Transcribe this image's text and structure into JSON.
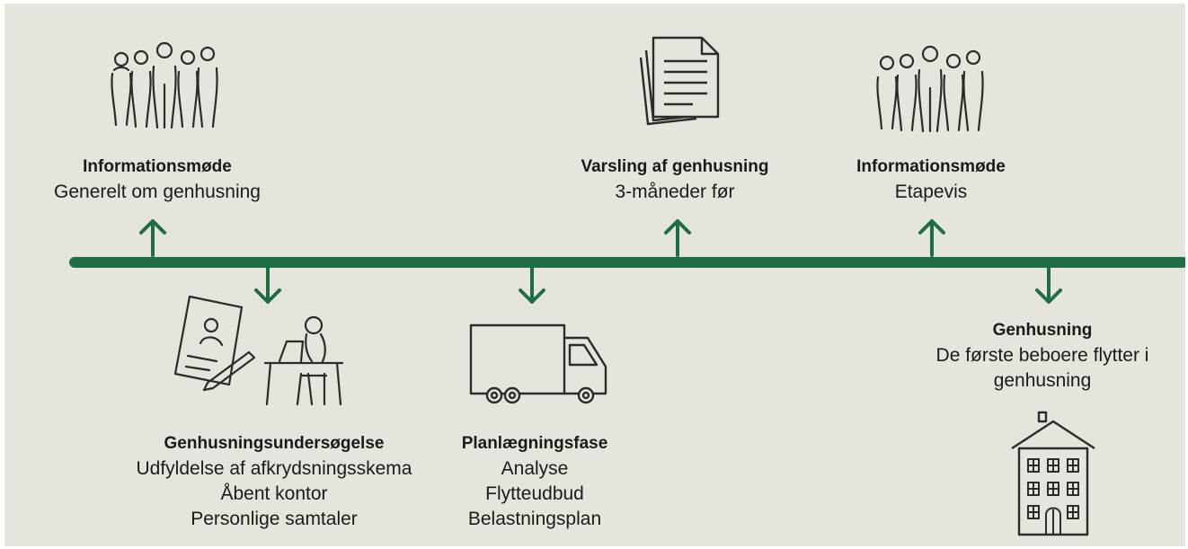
{
  "events": [
    {
      "title": "Informationsmøde",
      "lines": [
        "Generelt om genhusning"
      ],
      "icon": "group-of-people-icon",
      "direction": "up"
    },
    {
      "title": "Genhusningsundersøgelse",
      "lines": [
        "Udfyldelse af afkrydsningsskema",
        "Åbent kontor",
        "Personlige samtaler"
      ],
      "icon": "form-and-desk-icon",
      "direction": "down"
    },
    {
      "title": "Planlægningsfase",
      "lines": [
        "Analyse",
        "Flytteudbud",
        "Belastningsplan"
      ],
      "icon": "moving-truck-icon",
      "direction": "down"
    },
    {
      "title": "Varsling af genhusning",
      "lines": [
        "3-måneder før"
      ],
      "icon": "documents-icon",
      "direction": "up"
    },
    {
      "title": "Informationsmøde",
      "lines": [
        "Etapevis"
      ],
      "icon": "group-of-people-icon",
      "direction": "up"
    },
    {
      "title": "Genhusning",
      "lines": [
        "De første beboere flytter i",
        "genhusning"
      ],
      "icon": "apartment-building-icon",
      "direction": "down"
    }
  ],
  "colors": {
    "timeline": "#1e6d43",
    "background": "#e6e5dd",
    "icon_stroke": "#2b2b2b"
  }
}
